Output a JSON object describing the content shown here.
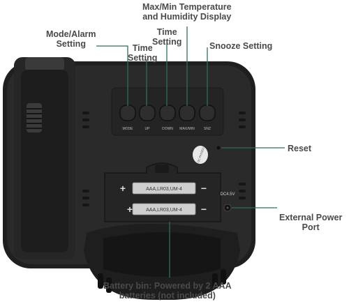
{
  "callouts": {
    "mode_alarm": [
      "Mode/Alarm",
      "Setting"
    ],
    "time_1": [
      "Time",
      "Setting"
    ],
    "time_2": [
      "Time",
      "Setting"
    ],
    "maxmin": [
      "Max/Min Temperature",
      "and Humidity Display"
    ],
    "snooze": [
      "Snooze Setting"
    ],
    "reset": [
      "Reset"
    ],
    "power": [
      "External Power",
      "Port"
    ],
    "battery": [
      "Battery bin: Powered by 2 AAA",
      "batteries (not included)"
    ]
  },
  "device": {
    "button_labels": [
      "MODE",
      "UP",
      "DOWN",
      "MAX/MIN",
      "SNZ"
    ],
    "battery_label": "AAA,LR03,UM-4",
    "dc_label": "DC4.5V",
    "sticker_text": "QC PASSED",
    "plus_sign": "+",
    "minus_sign": "−"
  },
  "colors": {
    "callout_text": "#4a4a4a",
    "callout_line": "#2f6f5a",
    "body": "#232323",
    "button": "#2c2c2c"
  }
}
